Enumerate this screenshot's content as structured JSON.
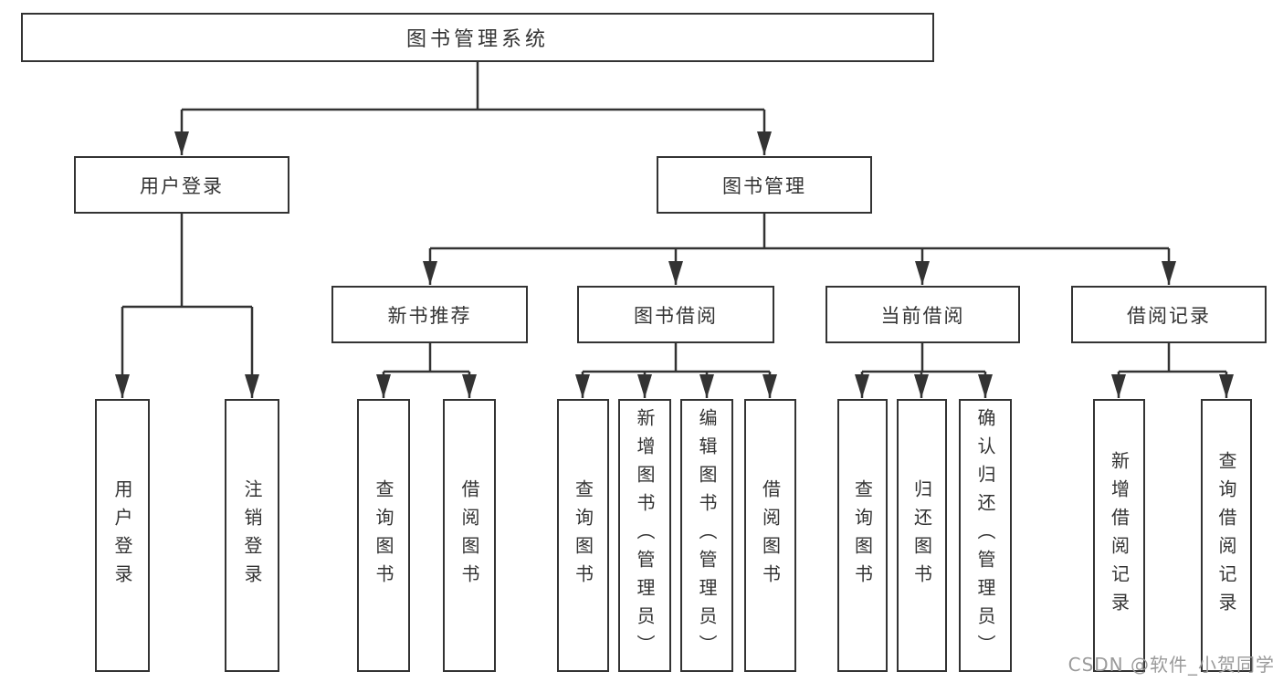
{
  "diagram": {
    "title": "图书管理系统",
    "level2": {
      "user_login": "用户登录",
      "book_mgmt": "图书管理"
    },
    "level3": {
      "new_books": "新书推荐",
      "book_borrow": "图书借阅",
      "current_borrow": "当前借阅",
      "borrow_records": "借阅记录"
    },
    "leaves": {
      "login_user": "用户登录",
      "login_logout": "注销登录",
      "nb_query": "查询图书",
      "nb_borrow": "借阅图书",
      "bb_query": "查询图书",
      "bb_add": "新增图书（管理员）",
      "bb_edit": "编辑图书（管理员）",
      "bb_borrow": "借阅图书",
      "cb_query": "查询图书",
      "cb_return": "归还图书",
      "cb_confirm": "确认归还（管理员）",
      "br_add": "新增借阅记录",
      "br_query": "查询借阅记录"
    },
    "line_color": "#333333",
    "watermark": "CSDN @软件_小贺同学"
  }
}
